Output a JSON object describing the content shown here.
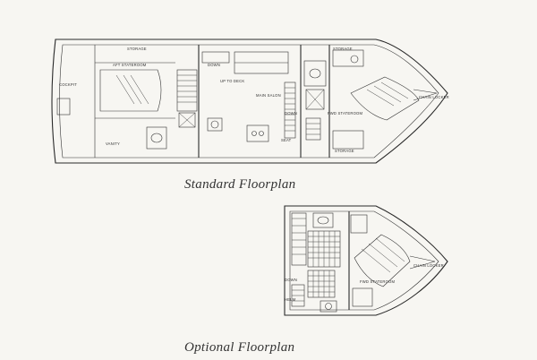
{
  "captions": {
    "standard": "Standard Floorplan",
    "optional": "Optional Floorplan"
  },
  "standard_labels": {
    "cockpit": "COCKPIT",
    "storage_top": "STORAGE",
    "aft_stateroom": "AFT STATEROOM",
    "vanity": "VANITY",
    "down_top": "DOWN",
    "up_to_deck": "UP TO DECK",
    "main_salon": "MAIN SALON",
    "down_mid": "DOWN",
    "seat": "SEAT",
    "storage_fwd_top": "STORAGE",
    "fwd_stateroom": "FWD STATEROOM",
    "storage_fwd_bottom": "STORAGE",
    "chain_locker": "CHAIN LOCKER"
  },
  "optional_labels": {
    "down": "DOWN",
    "helm": "HELM",
    "fwd_stateroom": "FWD STATEROOM",
    "chain_locker": "CHAIN LOCKER"
  }
}
